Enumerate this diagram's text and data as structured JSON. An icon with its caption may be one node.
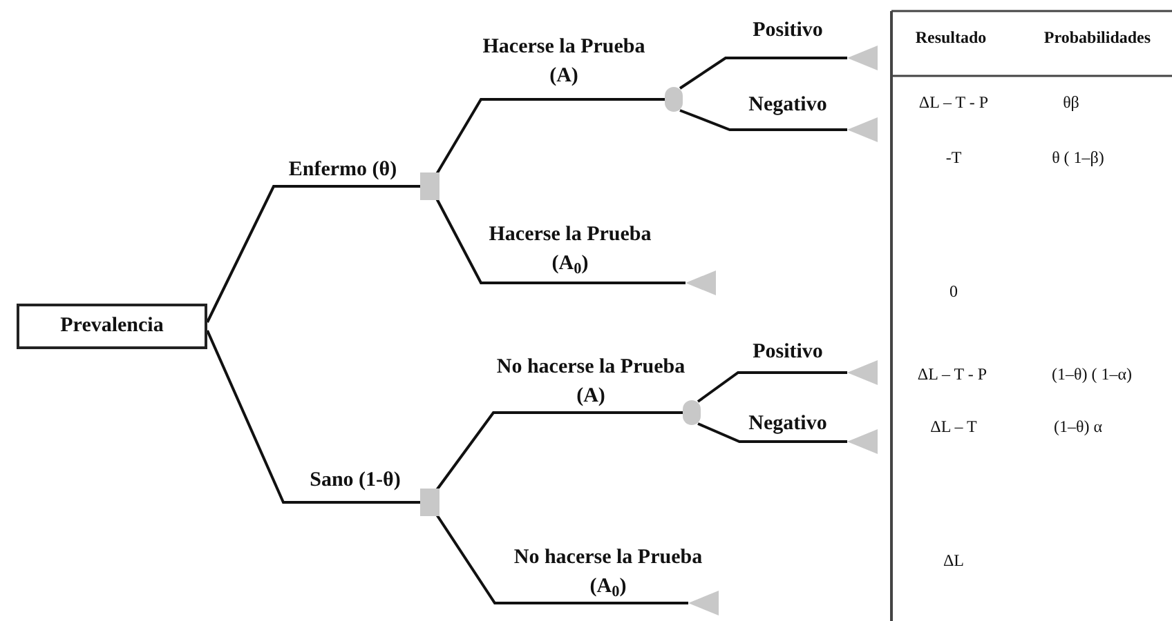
{
  "diagram": {
    "nodes": [
      {
        "text": [
          "Prevalencia"
        ]
      },
      {
        "text": [],
        "shape": "box"
      },
      {
        "text": [],
        "shape": "box"
      },
      {
        "text": [],
        "shape": "circle"
      },
      {
        "text": [],
        "shape": "circle"
      },
      {
        "text": [],
        "shape": "triangle"
      },
      {
        "text": [],
        "shape": "triangle"
      },
      {
        "text": [],
        "shape": "triangle"
      },
      {
        "text": [],
        "shape": "triangle"
      },
      {
        "text": [],
        "shape": "triangle"
      },
      {
        "text": [],
        "shape": "triangle"
      }
    ],
    "edges": [
      {
        "from": 0,
        "to": 1,
        "arrow": "none",
        "label": "Enfermo (θ)"
      },
      {
        "from": 1,
        "to": 3,
        "arrow": "none",
        "label": "Hacerse la Prueba (A)"
      },
      {
        "from": 3,
        "to": 5,
        "arrow": "none",
        "label": "Positivo"
      },
      {
        "from": 3,
        "to": 6,
        "arrow": "none",
        "label": "Negativo"
      },
      {
        "from": 1,
        "to": 7,
        "arrow": "none",
        "label": "Hacerse la Prueba (A$_{0}$)"
      },
      {
        "from": 0,
        "to": 2,
        "arrow": "none",
        "label": "Sano (1-θ)"
      },
      {
        "from": 2,
        "to": 4,
        "arrow": "none",
        "label": "No hacerse la Prueba (A)"
      },
      {
        "from": 4,
        "to": 8,
        "arrow": "none",
        "label": "Positivo"
      },
      {
        "from": 4,
        "to": 9,
        "arrow": "none",
        "label": "Negativo"
      },
      {
        "from": 2,
        "to": 10,
        "arrow": "none",
        "label": "No hacerse la Prueba (A$_{0}$)"
      }
    ],
    "labels": [
      "Resultado",
      "Probabilidades",
      "ΔL – T - P",
      "θβ",
      "-T",
      "θ ( 1–β)",
      "0",
      "ΔL – T - P",
      "(1–θ) ( 1–α)",
      "ΔL – T",
      "(1–θ) α",
      "ΔL"
    ]
  }
}
